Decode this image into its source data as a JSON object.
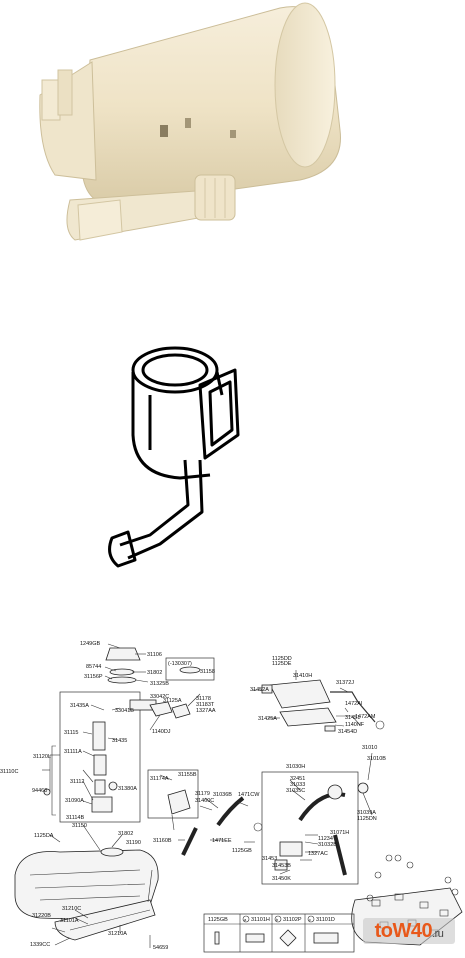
{
  "photo_alt": "",
  "diagram": {
    "labels": {
      "l1249GB": "1249GB",
      "l31106": "31106",
      "l85744": "85744",
      "l31802a": "31802",
      "l31156P": "31156P",
      "l31325B": "31325B",
      "l130307": "(-130307)",
      "l31158": "31158",
      "l31435A": "31435A",
      "l33041B": "33041B",
      "l33042C": "33042C",
      "l31125A": "31125A",
      "l31178": "31178",
      "l31183T": "31183T",
      "l1327AA": "1327AA",
      "l1140DJ": "1140DJ",
      "l31115": "31115",
      "l31435": "31435",
      "l31120L": "31120L",
      "l31111A": "31111A",
      "l31110C": "31110C",
      "l31112": "31112",
      "l31090A": "31090A",
      "l31380A": "31380A",
      "l94460": "94460",
      "l31114B": "31114B",
      "l1125DA": "1125DA",
      "l31150": "31150",
      "l31802b": "31802",
      "l31190": "31190",
      "l31210C": "31210C",
      "l31220B": "31220B",
      "l31101A": "31101A",
      "l1339CC": "1339CC",
      "l31210A": "31210A",
      "l54659": "54659",
      "l31174A": "31174A",
      "l31155B": "31155B",
      "l31179": "31179",
      "l31460C": "31460C",
      "l31036B": "31036B",
      "l1471CW": "1471CW",
      "l31160B": "31160B",
      "l1471EE": "1471EE",
      "l1125GBa": "1125GB",
      "l1125DD": "1125DD",
      "l1125DE": "1125DE",
      "l31452A": "31452A",
      "l31410H": "31410H",
      "l31372J": "31372J",
      "l1472AI": "1472AI",
      "l1472AM": "1472AM",
      "l31425A": "31425A",
      "l31451": "31451",
      "l1140NF": "1140NF",
      "l31454D": "31454D",
      "l31030H": "31030H",
      "l32451": "32451",
      "l31033": "31033",
      "l31035C": "31035C",
      "l31010": "31010",
      "l31010B": "31010B",
      "l31039A": "31039A",
      "l1125DN": "1125DN",
      "l31071H": "31071H",
      "l11234": "11234",
      "l31032B": "31032B",
      "l1327AC": "1327AC",
      "l31453": "31453",
      "l31453B": "31453B",
      "l31450K": "31450K"
    },
    "legend": {
      "col1": "1125GB",
      "col2": "31101H",
      "col3": "31102P",
      "col4": "31101D",
      "mark_a": "a",
      "mark_b": "b",
      "mark_c": "c"
    }
  },
  "watermark": {
    "brand": "toW40",
    "suffix": ".ru"
  }
}
